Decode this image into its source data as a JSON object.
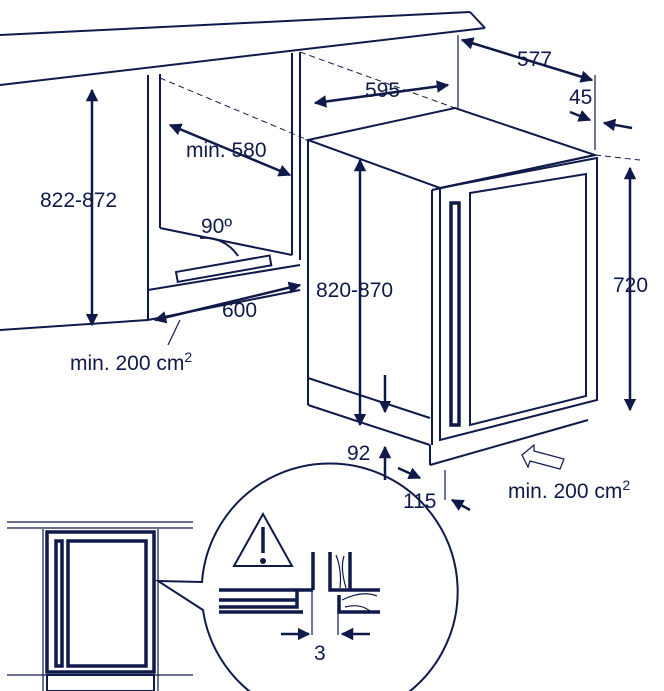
{
  "dimensions": {
    "depth_total": "577",
    "width": "595",
    "door_gap": "45",
    "min_depth": "min. 580",
    "niche_height": "822-872",
    "door_angle": "90º",
    "appliance_height": "820-870",
    "cabinet_height": "720",
    "niche_width": "600",
    "vent_area_front_prefix": "min. 200 cm",
    "vent_area_front_exp": "2",
    "vent_area_rear_prefix": "min. 200 cm",
    "vent_area_rear_exp": "2",
    "plinth_height": "92",
    "plinth_depth": "115",
    "side_gap": "3"
  },
  "colors": {
    "line": "#0f1a4a",
    "background": "#ffffff"
  }
}
